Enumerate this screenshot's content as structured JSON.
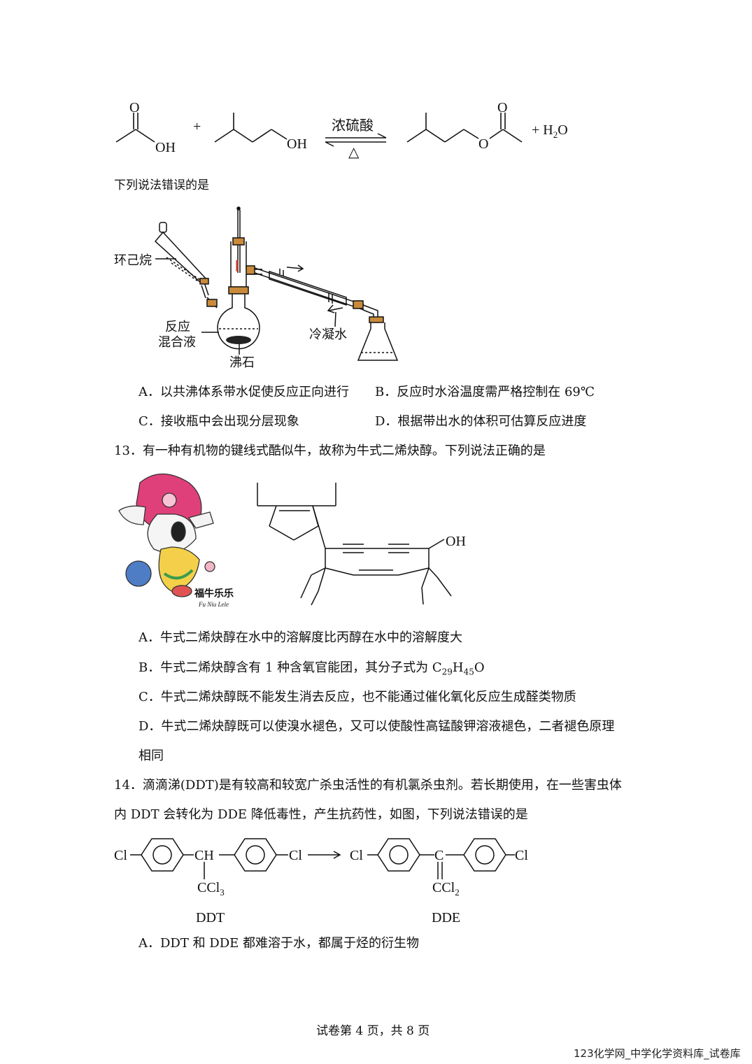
{
  "reaction1": {
    "oh1": "OH",
    "plus": "+",
    "oh2": "OH",
    "catalyst": "浓硫酸",
    "heat": "△",
    "o_label": "O",
    "o_ester": "O",
    "o_ester2": "O",
    "water": "+ H",
    "water_sub": "2",
    "water_o": "O"
  },
  "q12": {
    "prompt": "下列说法错误的是",
    "apparatus_labels": {
      "cyclohexane": "环己烷",
      "mixture_line1": "反应",
      "mixture_line2": "混合液",
      "boiling_stone": "沸石",
      "cooling_water": "冷凝水"
    },
    "options": {
      "A": "A．以共沸体系带水促使反应正向进行",
      "B": "B．反应时水浴温度需严格控制在 69℃",
      "C": "C．接收瓶中会出现分层现象",
      "D": "D．根据带出水的体积可估算反应进度"
    }
  },
  "q13": {
    "stem": "13．有一种有机物的键线式酷似牛，故称为牛式二烯炔醇。下列说法正确的是",
    "mascot_text": "福牛乐乐",
    "mascot_sub": "Fu Niu Lele",
    "oh": "OH",
    "options": {
      "A": "A．牛式二烯炔醇在水中的溶解度比丙醇在水中的溶解度大",
      "B_pre": "B．牛式二烯炔醇含有 1 种含氧官能团，其分子式为 C",
      "B_sub1": "29",
      "B_mid": "H",
      "B_sub2": "45",
      "B_post": "O",
      "C": "C．牛式二烯炔醇既不能发生消去反应，也不能通过催化氧化反应生成醛类物质",
      "D_line1": "D．牛式二烯炔醇既可以使溴水褪色，又可以使酸性高锰酸钾溶液褪色，二者褪色原理",
      "D_line2": "相同"
    }
  },
  "q14": {
    "stem_line1": "14．滴滴涕(DDT)是有较高和较宽广杀虫活性的有机氯杀虫剂。若长期使用，在一些害虫体",
    "stem_line2": "内 DDT 会转化为 DDE 降低毒性，产生抗药性，如图，下列说法错误的是",
    "cl": "Cl",
    "ch": "CH",
    "c": "C",
    "ccl3": "CCl",
    "ccl3_sub": "3",
    "ccl2": "CCl",
    "ccl2_sub": "2",
    "ddt": "DDT",
    "dde": "DDE",
    "option_A": "A．DDT 和 DDE 都难溶于水，都属于烃的衍生物"
  },
  "footer": {
    "page": "试卷第 4 页，共 8 页",
    "watermark": "123化学网_中学化学资料库_试卷库"
  }
}
